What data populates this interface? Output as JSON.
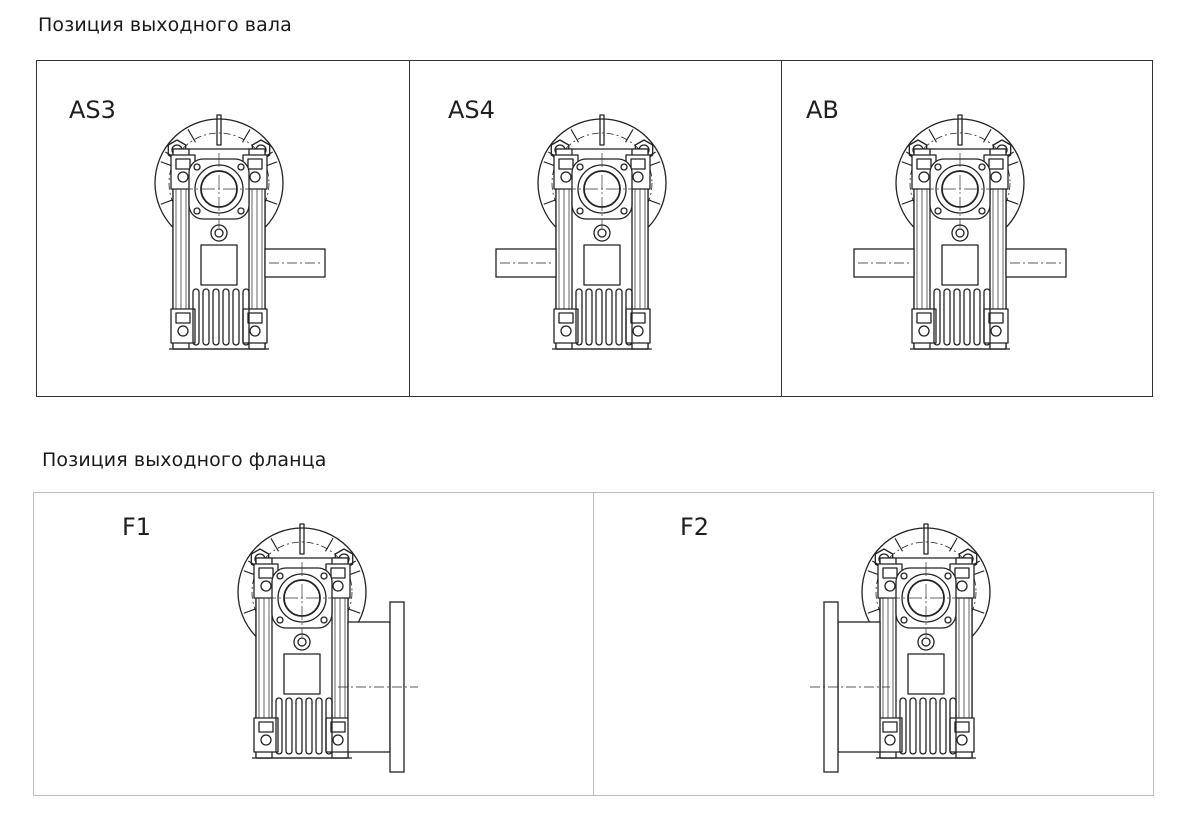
{
  "sections": [
    {
      "id": "output-shaft",
      "title": "Позиция выходного вала",
      "positions": [
        {
          "label": "AS3",
          "shaft": "right"
        },
        {
          "label": "AS4",
          "shaft": "left"
        },
        {
          "label": "AB",
          "shaft": "both"
        }
      ]
    },
    {
      "id": "output-flange",
      "title": "Позиция выходного фланца",
      "positions": [
        {
          "label": "F1",
          "flange": "right"
        },
        {
          "label": "F2",
          "flange": "left"
        }
      ]
    }
  ]
}
